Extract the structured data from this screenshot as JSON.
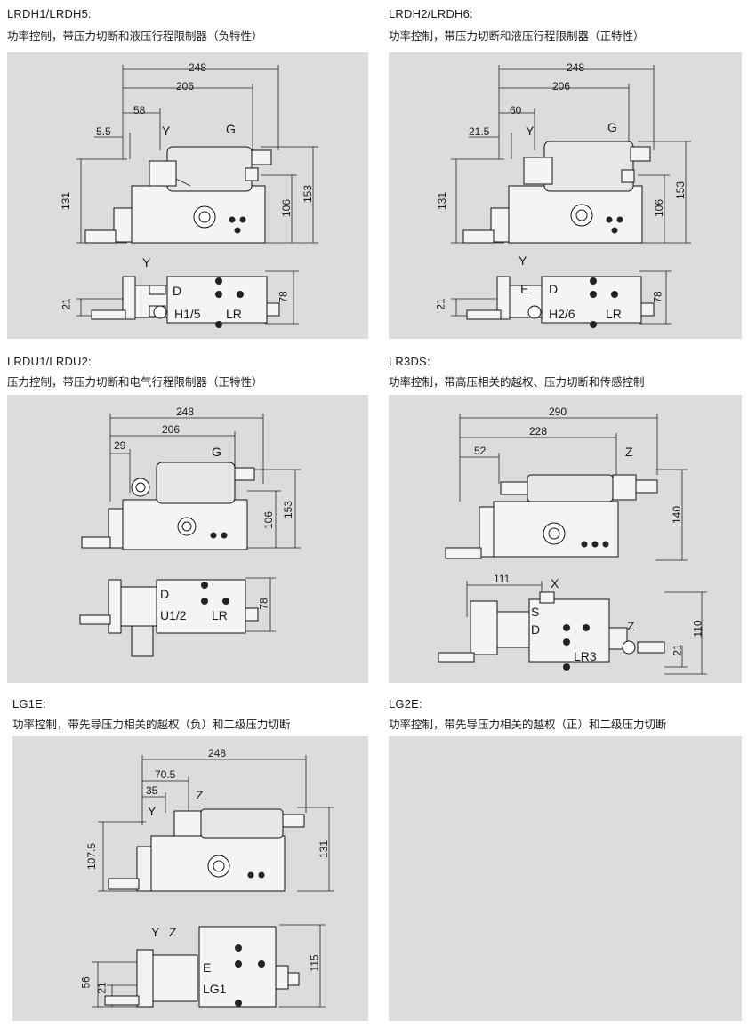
{
  "sections": [
    {
      "code": "LRDH1/LRDH5:",
      "desc": "功率控制，带压力切断和液压行程限制器（负特性）",
      "top_dims": [
        "248",
        "206",
        "58",
        "5.5"
      ],
      "left_dims": [
        "131"
      ],
      "right_dims": [
        "106",
        "153"
      ],
      "top_labels": [
        "Y",
        "G"
      ],
      "bottom_dims": [
        "21",
        "78"
      ],
      "bottom_labels": [
        "Y",
        "D",
        "H1/5",
        "LR"
      ]
    },
    {
      "code": "LRDH2/LRDH6:",
      "desc": "功率控制，带压力切断和液压行程限制器（正特性）",
      "top_dims": [
        "248",
        "206",
        "60",
        "21.5"
      ],
      "left_dims": [
        "131"
      ],
      "right_dims": [
        "106",
        "153"
      ],
      "top_labels": [
        "Y",
        "G"
      ],
      "bottom_dims": [
        "21",
        "78"
      ],
      "bottom_labels": [
        "Y",
        "E",
        "D",
        "H2/6",
        "LR"
      ]
    },
    {
      "code": "LRDU1/LRDU2:",
      "desc": "压力控制，带压力切断和电气行程限制器（正特性）",
      "top_dims": [
        "248",
        "206",
        "29"
      ],
      "right_dims": [
        "106",
        "153"
      ],
      "top_labels": [
        "G"
      ],
      "bottom_dims": [
        "78"
      ],
      "bottom_labels": [
        "D",
        "U1/2",
        "LR"
      ]
    },
    {
      "code": "LR3DS:",
      "desc": "功率控制，带高压相关的越权、压力切断和传感控制",
      "top_dims": [
        "290",
        "228",
        "52"
      ],
      "right_dims": [
        "140"
      ],
      "top_labels": [
        "Z"
      ],
      "bottom_dims": [
        "111",
        "21",
        "110"
      ],
      "bottom_labels": [
        "X",
        "S",
        "D",
        "Z",
        "LR3"
      ]
    },
    {
      "code": "LG1E:",
      "desc": "功率控制，带先导压力相关的越权（负）和二级压力切断",
      "top_dims": [
        "248",
        "70.5",
        "35"
      ],
      "left_dims": [
        "107.5"
      ],
      "right_dims": [
        "131"
      ],
      "top_labels": [
        "Y",
        "Z"
      ],
      "bottom_dims": [
        "56",
        "21",
        "115"
      ],
      "bottom_labels": [
        "Y",
        "Z",
        "E",
        "LG1"
      ]
    },
    {
      "code": "LG2E:",
      "desc": "功率控制，带先导压力相关的越权（正）和二级压力切断"
    }
  ]
}
